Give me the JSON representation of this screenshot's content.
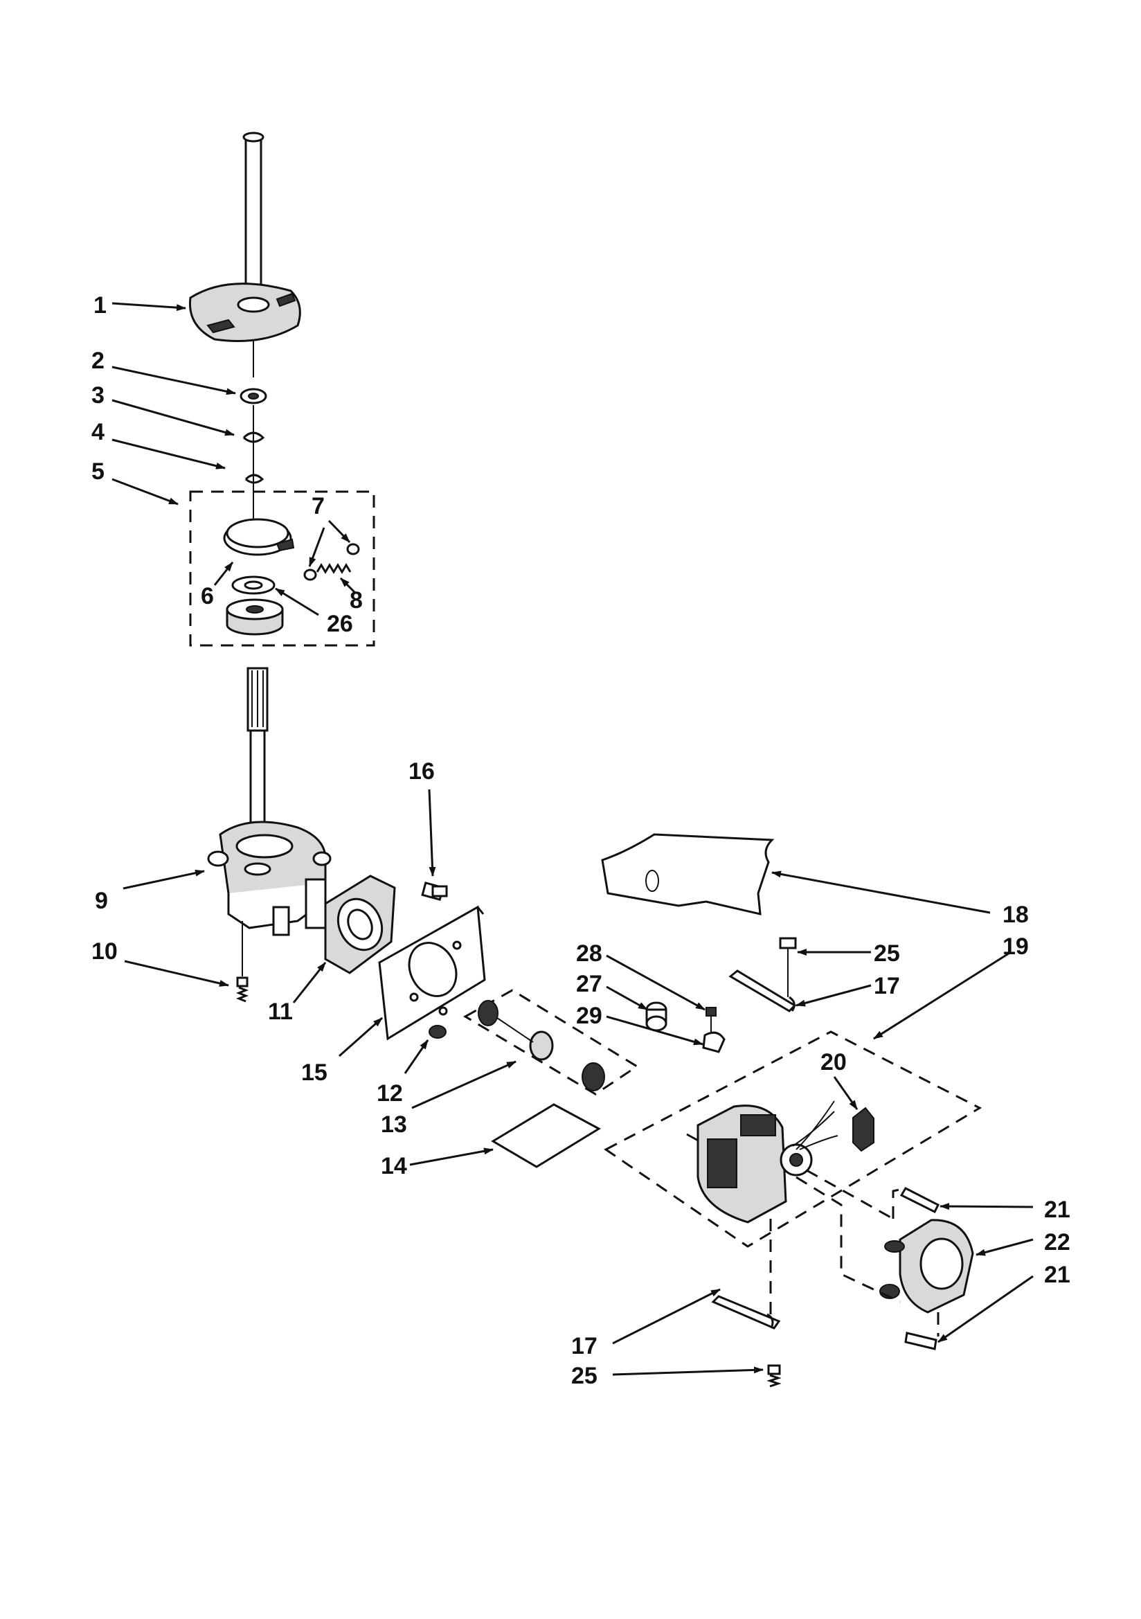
{
  "labels": {
    "l1": "1",
    "l2": "2",
    "l3": "3",
    "l4": "4",
    "l5": "5",
    "l6": "6",
    "l7": "7",
    "l8": "8",
    "l9": "9",
    "l10": "10",
    "l11": "11",
    "l12": "12",
    "l13": "13",
    "l14": "14",
    "l15": "15",
    "l16": "16",
    "l17a": "17",
    "l17b": "17",
    "l18": "18",
    "l19": "19",
    "l20": "20",
    "l21a": "21",
    "l21b": "21",
    "l22": "22",
    "l25a": "25",
    "l25b": "25",
    "l26": "26",
    "l27": "27",
    "l28": "28",
    "l29": "29"
  },
  "colors": {
    "ink": "#111111",
    "background": "#ffffff"
  }
}
